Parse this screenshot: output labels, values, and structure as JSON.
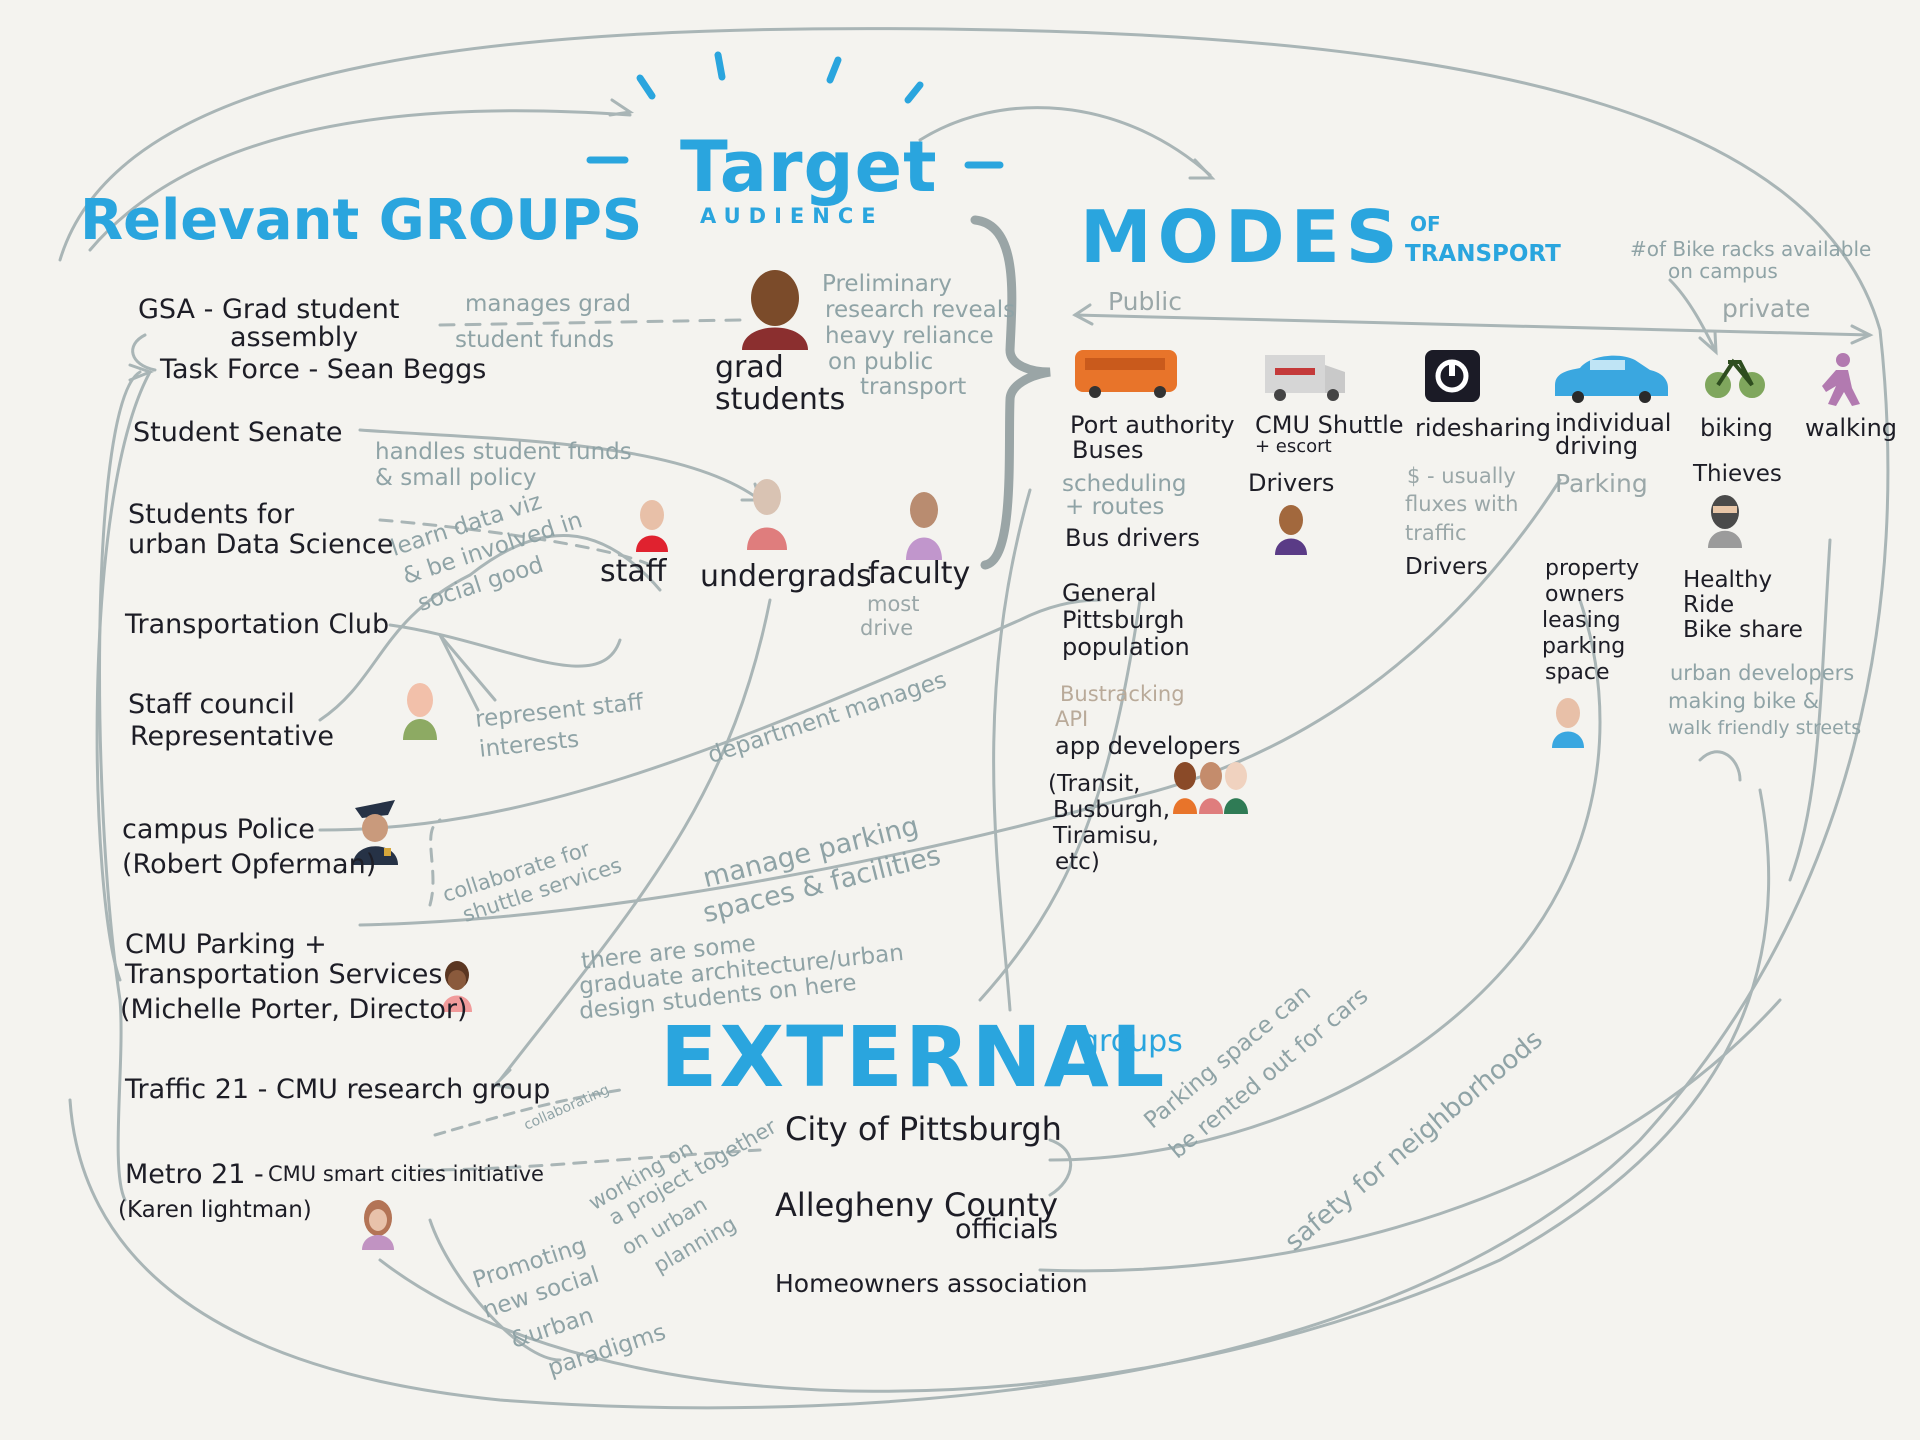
{
  "titles": {
    "target_main": "Target",
    "target_sub": "AUDIENCE",
    "relevant": "Relevant GROUPS",
    "modes_main": "MODES",
    "modes_sub_1": "OF",
    "modes_sub_2": "TRANSPORT",
    "external_main": "EXTERNAL",
    "external_sub": "groups"
  },
  "relevant_groups": {
    "gsa_1": "GSA - Grad student",
    "gsa_2": "assembly",
    "task_force": "Task Force - Sean Beggs",
    "student_senate": "Student Senate",
    "suds_1": "Students for",
    "suds_2": "urban Data Science",
    "transport_club": "Transportation Club",
    "staff_council_1": "Staff council",
    "staff_council_2": "Representative",
    "police_1": "campus Police",
    "police_2": "(Robert Opferman)",
    "parking_1": "CMU Parking +",
    "parking_2": "Transportation Services",
    "parking_3": "(Michelle Porter, Director)",
    "traffic21": "Traffic 21 - CMU research group",
    "metro21_a": "Metro 21 - ",
    "metro21_b": "CMU smart cities initiative",
    "metro21_c": "(Karen lightman)"
  },
  "audience": {
    "grad": "grad students",
    "staff": "staff",
    "undergrads": "undergrads",
    "faculty": "faculty",
    "most_drive_1": "most",
    "most_drive_2": "drive",
    "prelim_1": "Preliminary",
    "prelim_2": "research reveals",
    "prelim_3": "heavy reliance",
    "prelim_4": "on public",
    "prelim_5": "transport"
  },
  "annotations": {
    "manages_1": "manages grad",
    "manages_2": "student funds",
    "handles_1": "handles student funds",
    "handles_2": "& small policy",
    "learn_1": "learn data viz",
    "learn_2": "& be involved in",
    "learn_3": "social good",
    "represent_1": "represent staff",
    "represent_2": "interests",
    "dept": "department manages",
    "collab_1": "collaborate for",
    "collab_2": "shuttle services",
    "manage_park_1": "manage parking",
    "manage_park_2": "spaces & facilities",
    "arch_1": "there are some",
    "arch_2": "graduate architecture/urban",
    "arch_3": "design students on here",
    "collaborating": "collaborating",
    "working_1": "working on",
    "working_2": "a project together",
    "working_3": "on urban",
    "working_4": "planning",
    "promoting_1": "Promoting",
    "promoting_2": "new social",
    "promoting_3": "&urban",
    "promoting_4": "paradigms",
    "parking_rent_1": "Parking space can",
    "parking_rent_2": "be rented out for cars",
    "safety": "safety for neighborhoods"
  },
  "modes": {
    "public": "Public",
    "private": "private",
    "bike_racks_1": "#of Bike racks available",
    "bike_racks_2": "on campus",
    "bus_1": "Port authority",
    "bus_2": "Buses",
    "shuttle_1": "CMU Shuttle",
    "shuttle_2": "+ escort",
    "rideshare": "ridesharing",
    "driving_1": "individual",
    "driving_2": "driving",
    "biking": "biking",
    "walking": "walking",
    "sched_1": "scheduling",
    "sched_2": "+ routes",
    "bus_drivers": "Bus drivers",
    "general_1": "General",
    "general_2": "Pittsburgh",
    "general_3": "population",
    "bustracking_1": "Bustracking",
    "bustracking_2": "API",
    "appdev": "app developers",
    "appdev_list_1": "(Transit,",
    "appdev_list_2": "Busburgh,",
    "appdev_list_3": "Tiramisu,",
    "appdev_list_4": "etc)",
    "shuttle_drivers": "Drivers",
    "surge_1": "$ - usually",
    "surge_2": "fluxes with",
    "surge_3": "traffic",
    "rs_drivers": "Drivers",
    "parking": "Parking",
    "prop_1": "property",
    "prop_2": "owners",
    "prop_3": "leasing",
    "prop_4": "parking",
    "prop_5": "space",
    "thieves": "Thieves",
    "healthy_1": "Healthy",
    "healthy_2": "Ride",
    "healthy_3": "Bike share",
    "urban_1": "urban developers",
    "urban_2": "making bike &",
    "urban_3": "walk friendly streets"
  },
  "external": {
    "city": "City of Pittsburgh",
    "county_1": "Allegheny County",
    "county_2": "officials",
    "homeowners": "Homeowners association"
  },
  "colors": {
    "blue": "#2aa5de",
    "ink": "#1d1d26",
    "grey": "#8fa3a6",
    "bus": "#e8742a",
    "car": "#3aa7e0"
  }
}
